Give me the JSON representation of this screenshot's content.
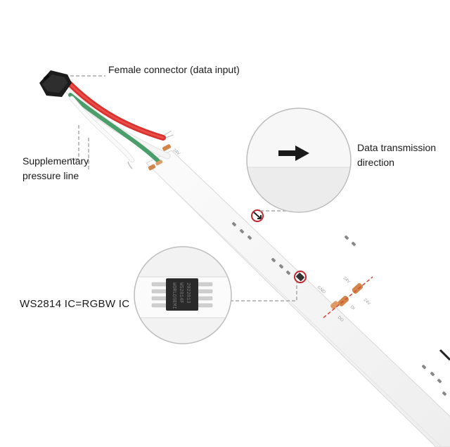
{
  "callouts": {
    "connector": "Female connector (data input)",
    "pressure_line_1": "Supplementary",
    "pressure_line_2": "pressure line",
    "data_direction_1": "Data transmission",
    "data_direction_2": "direction",
    "ic": "WS2814 IC=RGBW IC"
  },
  "strip_marks": {
    "v24_a": "24V",
    "v24_b": "24V",
    "gnd": "GND",
    "di": "DI",
    "do": "DO",
    "v24_c": "24V"
  },
  "chip_marks": {
    "line1": "WORLDSEMI",
    "line2": "WS2814F",
    "line3": "2022813"
  },
  "icons": {
    "connector": "connector-icon",
    "arrow": "arrow-right-icon",
    "chip": "chip-icon",
    "cut": "scissors-cut-mark"
  },
  "colors": {
    "red_wire": "#d9312e",
    "green_wire": "#4a9e6a",
    "white_wire": "#f2f2f2",
    "copper_pad": "#d4864a",
    "cut_line": "#d6473a",
    "leader_line": "#a8a8a8"
  }
}
